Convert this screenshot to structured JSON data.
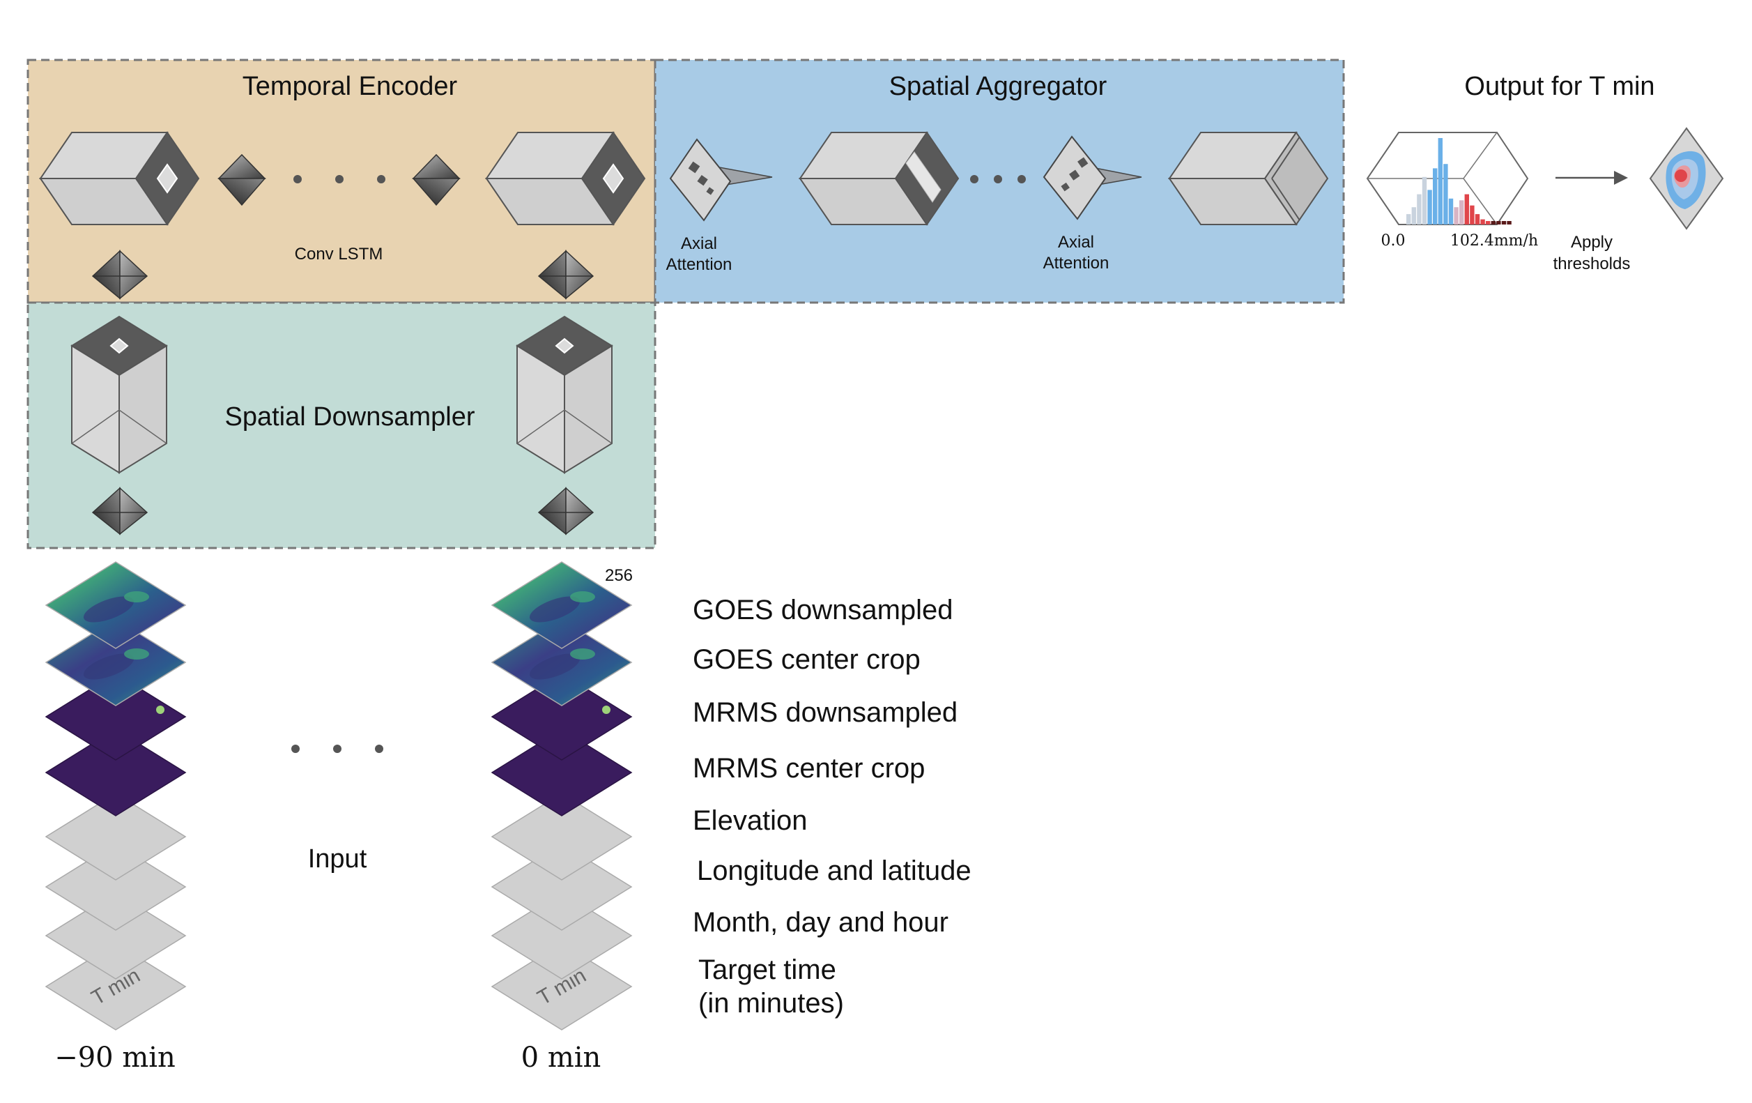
{
  "colors": {
    "temporal_encoder_bg": "#e8d3b1",
    "spatial_aggregator_bg": "#a8cbe6",
    "spatial_downsampler_bg": "#c2dcd6",
    "cube_light": "#d9d9d9",
    "cube_dark": "#595959",
    "satellite_dark": "#3a1c5e",
    "histogram_blue": "#6ab0e8",
    "histogram_red": "#e0454a"
  },
  "sections": {
    "temporal_encoder": {
      "title": "Temporal Encoder",
      "conv_label": "Conv LSTM"
    },
    "spatial_aggregator": {
      "title": "Spatial Aggregator",
      "axial_label_1": "Axial",
      "axial_label_2": "Attention"
    },
    "spatial_downsampler": {
      "title": "Spatial Downsampler"
    },
    "output": {
      "title": "Output for T min",
      "hist_min": "0.0",
      "hist_max": "102.4mm/h",
      "apply_1": "Apply",
      "apply_2": "thresholds"
    }
  },
  "input": {
    "label": "Input",
    "size_label": "256",
    "target_tile_label": "T min",
    "time_start": "−90 min",
    "time_end": "0 min",
    "layers": [
      "GOES downsampled",
      "GOES center crop",
      "MRMS downsampled",
      "MRMS center crop",
      "Elevation",
      "Longitude and latitude",
      "Month, day and hour"
    ],
    "target_time_1": "Target time",
    "target_time_2": "(in minutes)"
  },
  "histogram": {
    "bars": [
      0.12,
      0.2,
      0.35,
      0.55,
      0.4,
      0.65,
      1.0,
      0.7,
      0.3,
      0.2,
      0.28,
      0.35,
      0.22,
      0.12,
      0.06,
      0.04,
      0.04,
      0.04,
      0.04,
      0.04
    ]
  }
}
